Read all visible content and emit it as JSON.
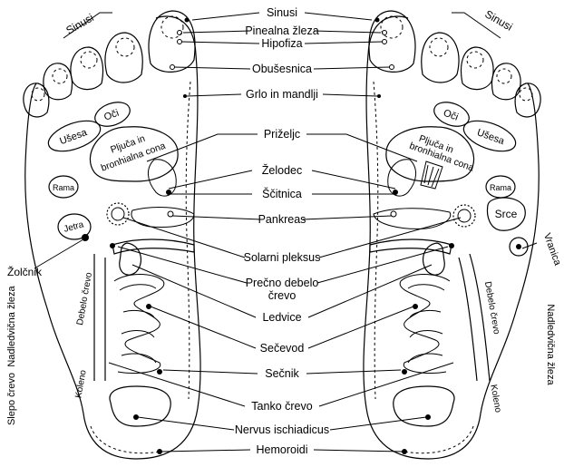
{
  "center_labels": [
    "Sinusi",
    "Pinealna žleza",
    "Hipofiza",
    "Obušesnica",
    "Grlo in mandlji",
    "Priželjc",
    "Želodec",
    "Ščitnica",
    "Pankreas",
    "Solarni pleksus",
    "Prečno debelo",
    "črevo",
    "Ledvice",
    "Sečevod",
    "Sečnik",
    "Tanko črevo",
    "Nervus ischiadicus",
    "Hemoroidi"
  ],
  "left_foot": {
    "sinusi": "Sinusi",
    "usesa": "Ušesa",
    "oci": "Oči",
    "pljuca_line1": "Pljuča in",
    "pljuca_line2": "bronhialna cona",
    "rama": "Rama",
    "jetra": "Jetra",
    "zolcnik": "Žolčnik",
    "debelo_crevo": "Debelo črevo",
    "nadledvicna": "Nadledvična žleza",
    "slepo_crevo": "Slepo črevo",
    "koleno": "Koleno"
  },
  "right_foot": {
    "sinusi": "Sinusi",
    "oci": "Oči",
    "usesa": "Ušesa",
    "pljuca_line1": "Pljuča in",
    "pljuca_line2": "bronhialna cona",
    "rama": "Rama",
    "srce": "Srce",
    "vranica": "Vranica",
    "debelo_crevo": "Debelo črevo",
    "nadledvicna": "Nadledvična žleza",
    "koleno": "Koleno"
  }
}
